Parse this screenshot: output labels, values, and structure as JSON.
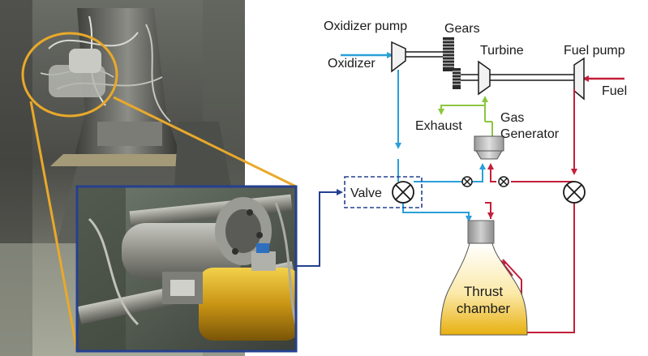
{
  "labels": {
    "oxidizer_pump": "Oxidizer pump",
    "gears": "Gears",
    "turbine": "Turbine",
    "fuel_pump": "Fuel pump",
    "oxidizer": "Oxidizer",
    "fuel": "Fuel",
    "exhaust": "Exhaust",
    "gas_generator_line1": "Gas",
    "gas_generator_line2": "Generator",
    "valve": "Valve",
    "thrust_line1": "Thrust",
    "thrust_line2": "chamber"
  },
  "colors": {
    "oxidizer_flow": "#2a9fd8",
    "fuel_flow": "#c41e3a",
    "exhaust_flow": "#8cc63f",
    "callout_circle": "#e9a92a",
    "inset_frame": "#25408f",
    "valve_box": "#25408f",
    "chamber_fill": "#e8b00f"
  },
  "icons": {
    "valve_symbol": "valve-x-icon",
    "small_valve_symbol": "small-valve-icon"
  }
}
